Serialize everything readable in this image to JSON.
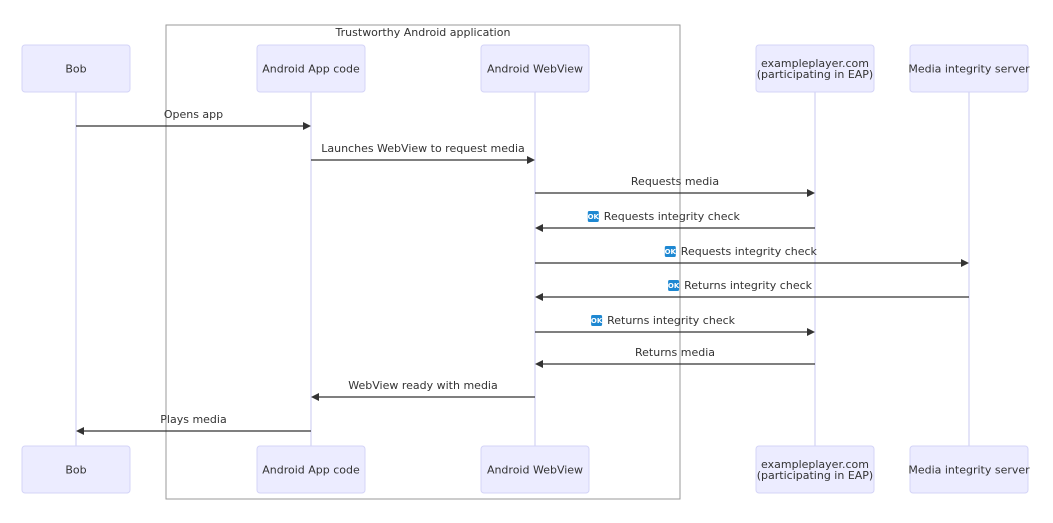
{
  "group_label": "Trustworthy Android application",
  "actors": [
    {
      "id": "bob",
      "lines": [
        "Bob"
      ]
    },
    {
      "id": "app",
      "lines": [
        "Android App code"
      ]
    },
    {
      "id": "webview",
      "lines": [
        "Android WebView"
      ]
    },
    {
      "id": "player",
      "lines": [
        "exampleplayer.com",
        "(participating in EAP)"
      ]
    },
    {
      "id": "server",
      "lines": [
        "Media integrity server"
      ]
    }
  ],
  "messages": [
    {
      "from": "bob",
      "to": "app",
      "text": "Opens app",
      "badge": false
    },
    {
      "from": "app",
      "to": "webview",
      "text": "Launches WebView to request media",
      "badge": false
    },
    {
      "from": "webview",
      "to": "player",
      "text": "Requests media",
      "badge": false
    },
    {
      "from": "player",
      "to": "webview",
      "text": "Requests integrity check",
      "badge": true
    },
    {
      "from": "webview",
      "to": "server",
      "text": "Requests integrity check",
      "badge": true
    },
    {
      "from": "server",
      "to": "webview",
      "text": "Returns integrity check",
      "badge": true
    },
    {
      "from": "webview",
      "to": "player",
      "text": "Returns integrity check",
      "badge": true
    },
    {
      "from": "player",
      "to": "webview",
      "text": "Returns media",
      "badge": false
    },
    {
      "from": "webview",
      "to": "app",
      "text": "WebView ready with media",
      "badge": false
    },
    {
      "from": "app",
      "to": "bob",
      "text": "Plays media",
      "badge": false
    }
  ],
  "badge_text": "OK"
}
